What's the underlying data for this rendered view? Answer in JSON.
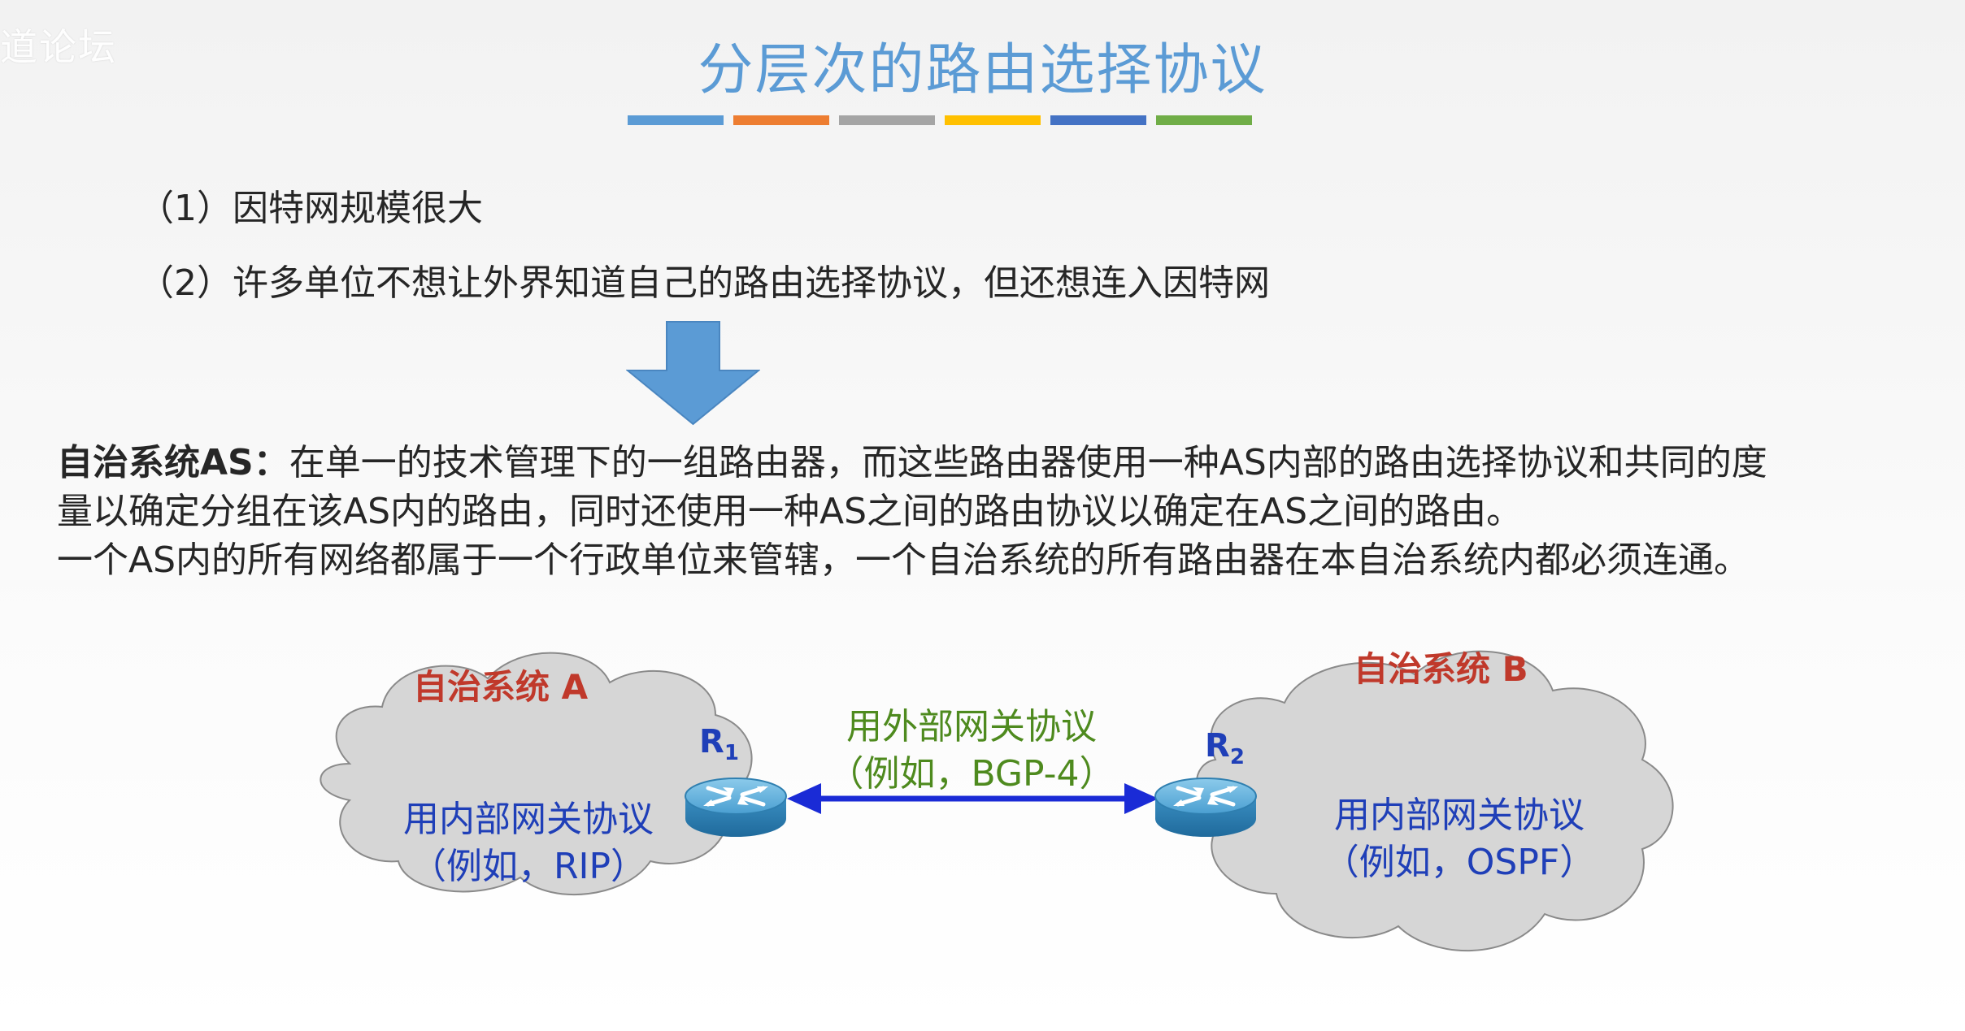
{
  "watermark": "道论坛",
  "title": "分层次的路由选择协议",
  "title_bar_colors": [
    "#5b9bd5",
    "#ed7d31",
    "#a5a5a5",
    "#ffc000",
    "#4472c4",
    "#70ad47"
  ],
  "points": [
    "（1）因特网规模很大",
    "（2）许多单位不想让外界知道自己的路由选择协议，但还想连入因特网"
  ],
  "definition": {
    "term": "自治系统AS：",
    "text_line1": "在单一的技术管理下的一组路由器，而这些路由器使用一种AS内部的路由选择协议和共同的度",
    "text_line2": "量以确定分组在该AS内的路由，同时还使用一种AS之间的路由协议以确定在AS之间的路由。",
    "text_line3": "一个AS内的所有网络都属于一个行政单位来管辖，一个自治系统的所有路由器在本自治系统内都必须连通。"
  },
  "diagram": {
    "as_a": {
      "title": "自治系统 A",
      "protocol_line1": "用内部网关协议",
      "protocol_line2": "（例如，RIP）"
    },
    "as_b": {
      "title": "自治系统 B",
      "protocol_line1": "用内部网关协议",
      "protocol_line2": "（例如，OSPF）"
    },
    "link": {
      "line1": "用外部网关协议",
      "line2": "（例如，BGP-4）"
    },
    "router1": {
      "letter": "R",
      "index": "1"
    },
    "router2": {
      "letter": "R",
      "index": "2"
    },
    "colors": {
      "cloud_fill": "#d6d6d6",
      "cloud_stroke": "#8a8a8a",
      "arrow": "#1a2bd6",
      "router_top": "#5fb0dc",
      "router_side": "#2f7fb0",
      "as_title": "#c0392b",
      "label_blue": "#1f3fb8",
      "label_green": "#4e8a1e"
    }
  }
}
